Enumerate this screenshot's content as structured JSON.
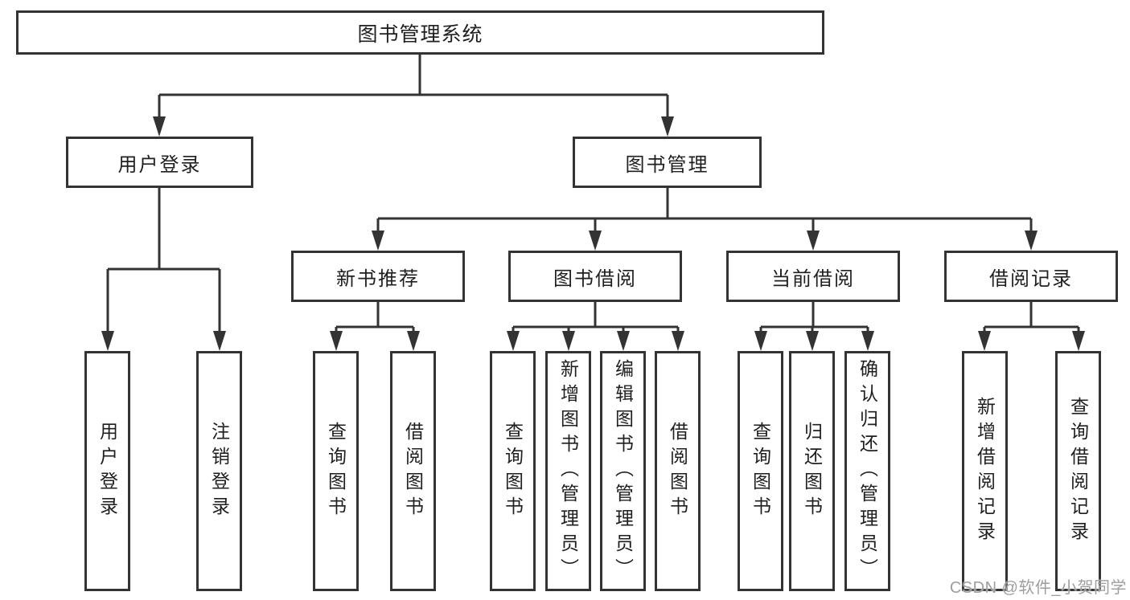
{
  "diagram": {
    "root": {
      "label": "图书管理系统"
    },
    "level2": [
      {
        "id": "user-login",
        "label": "用户登录",
        "parent": "图书管理系统"
      },
      {
        "id": "book-management",
        "label": "图书管理",
        "parent": "图书管理系统"
      }
    ],
    "level3": [
      {
        "id": "new-book-recommend",
        "label": "新书推荐",
        "parent": "图书管理"
      },
      {
        "id": "book-borrowing",
        "label": "图书借阅",
        "parent": "图书管理"
      },
      {
        "id": "current-borrowing",
        "label": "当前借阅",
        "parent": "图书管理"
      },
      {
        "id": "borrowing-records",
        "label": "借阅记录",
        "parent": "图书管理"
      }
    ],
    "leaves": [
      {
        "id": "user-login-leaf",
        "label": "用户登录",
        "parent": "用户登录"
      },
      {
        "id": "logout",
        "label": "注销登录",
        "parent": "用户登录"
      },
      {
        "id": "query-books-recommend",
        "label": "查询图书",
        "parent": "新书推荐"
      },
      {
        "id": "borrow-books-recommend",
        "label": "借阅图书",
        "parent": "新书推荐"
      },
      {
        "id": "query-books-borrowing",
        "label": "查询图书",
        "parent": "图书借阅"
      },
      {
        "id": "add-books-admin",
        "label": "新增图书（管理员）",
        "parent": "图书借阅"
      },
      {
        "id": "edit-books-admin",
        "label": "编辑图书（管理员）",
        "parent": "图书借阅"
      },
      {
        "id": "borrow-books-borrowing",
        "label": "借阅图书",
        "parent": "图书借阅"
      },
      {
        "id": "query-books-current",
        "label": "查询图书",
        "parent": "当前借阅"
      },
      {
        "id": "return-books",
        "label": "归还图书",
        "parent": "当前借阅"
      },
      {
        "id": "confirm-return-admin",
        "label": "确认归还（管理员）",
        "parent": "当前借阅"
      },
      {
        "id": "add-borrow-record",
        "label": "新增借阅记录",
        "parent": "借阅记录"
      },
      {
        "id": "query-borrow-record",
        "label": "查询借阅记录",
        "parent": "借阅记录"
      }
    ]
  },
  "watermark": {
    "text": "CSDN @软件_小贺同学",
    "color": "#9e9e9e"
  },
  "colors": {
    "line": "#333333",
    "box_border": "#333333",
    "box_fill": "#ffffff",
    "text": "#1f1f1f",
    "background": "#ffffff"
  }
}
